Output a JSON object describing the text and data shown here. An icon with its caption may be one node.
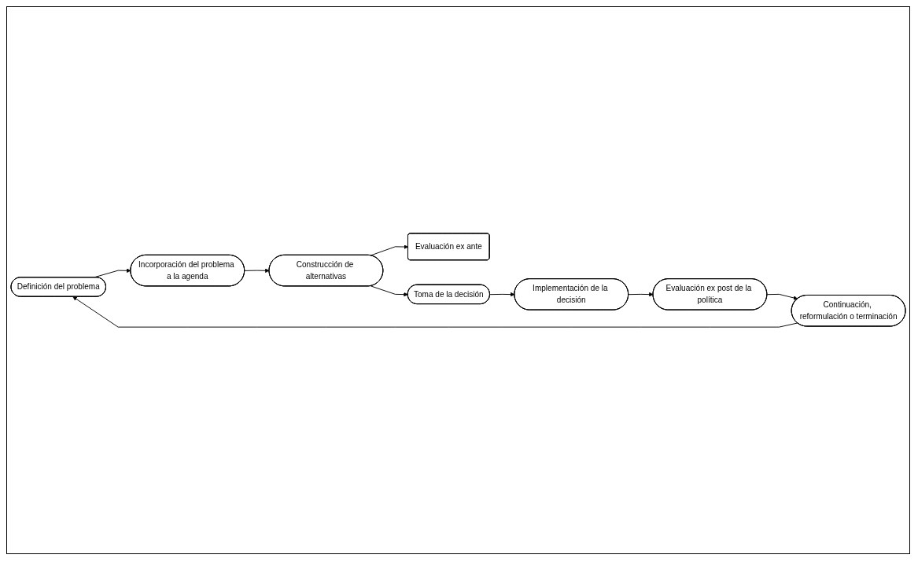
{
  "diagram": {
    "nodes": [
      {
        "text": [
          "Definición del problema"
        ]
      },
      {
        "text": [
          "Incorporación del problema a la agenda"
        ]
      },
      {
        "text": [
          "Construcción de alternativas"
        ]
      },
      {
        "text": [
          "Evaluación ex ante"
        ]
      },
      {
        "text": [
          "Toma de la decisión"
        ]
      },
      {
        "text": [
          "Implementación de la decisión"
        ]
      },
      {
        "text": [
          "Evaluación ex post de la política"
        ]
      },
      {
        "text": [
          "Continuación, reformulación o terminación"
        ]
      }
    ],
    "edges": [
      {
        "from": 0,
        "to": 1,
        "arrow": "to"
      },
      {
        "from": 1,
        "to": 2,
        "arrow": "to"
      },
      {
        "from": 2,
        "to": 3,
        "arrow": "to"
      },
      {
        "from": 2,
        "to": 4,
        "arrow": "to"
      },
      {
        "from": 4,
        "to": 5,
        "arrow": "to"
      },
      {
        "from": 5,
        "to": 6,
        "arrow": "to"
      },
      {
        "from": 6,
        "to": 7,
        "arrow": "to"
      },
      {
        "from": 7,
        "to": 0,
        "arrow": "to"
      }
    ]
  }
}
